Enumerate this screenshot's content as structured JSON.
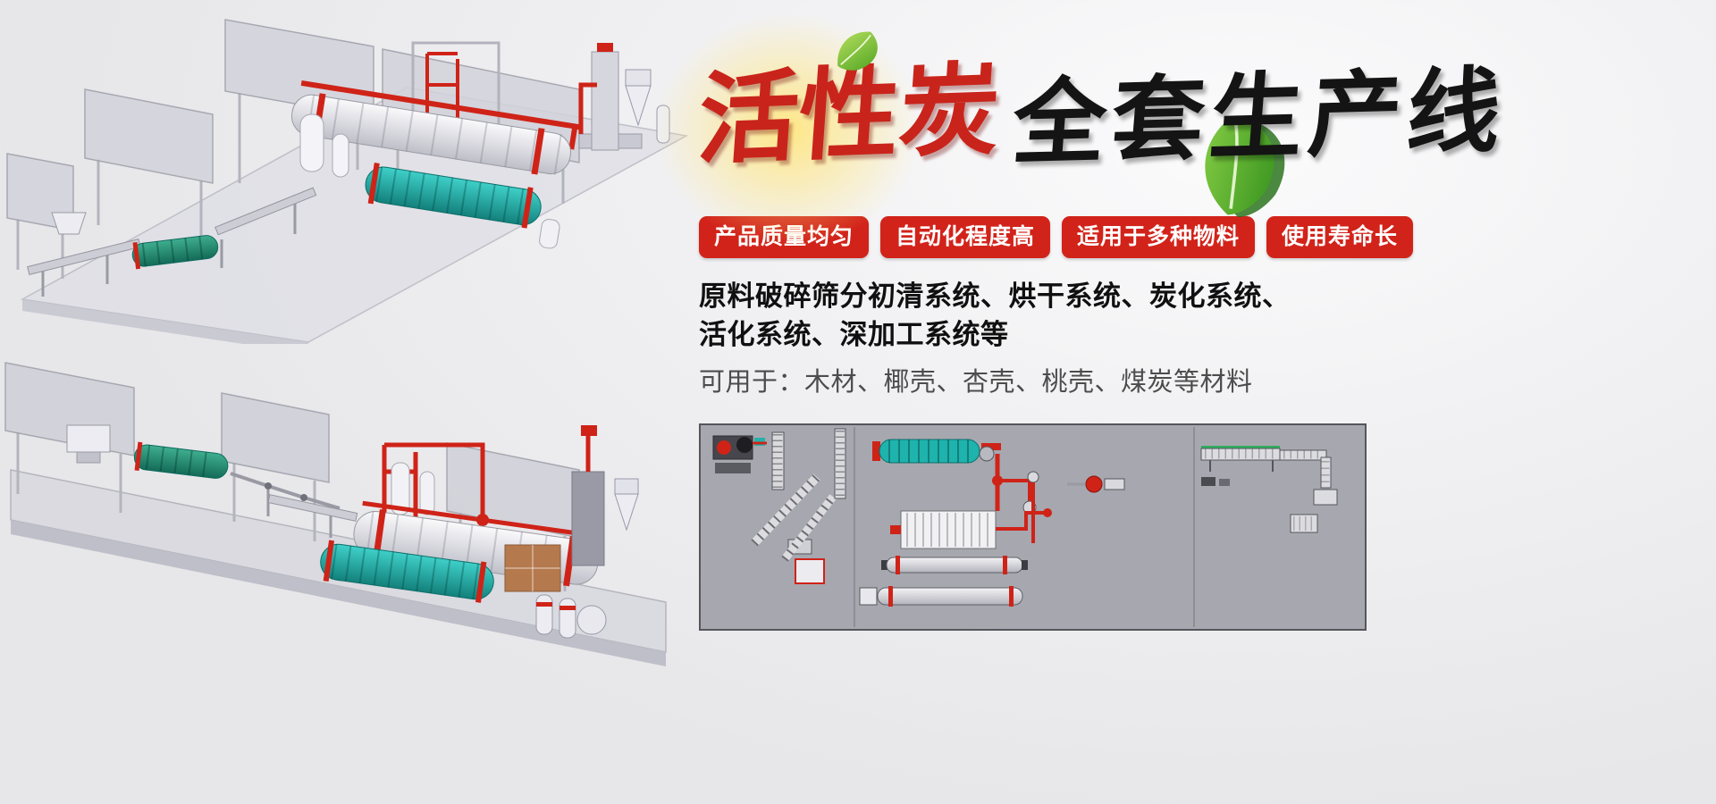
{
  "hero": {
    "title": {
      "red": "活性炭",
      "black": "全套生产线"
    },
    "badges": [
      "产品质量均匀",
      "自动化程度高",
      "适用于多种物料",
      "使用寿命长"
    ],
    "description": {
      "line1": "原料破碎筛分初清系统、烘干系统、炭化系统、",
      "line2": "活化系统、深加工系统等"
    },
    "materials_line": "可用于：木材、椰壳、杏壳、桃壳、煤炭等材料"
  },
  "icons": {
    "leaf": "leaf-icon"
  },
  "colors": {
    "title_red": "#c9241b",
    "badge_red": "#d2231a",
    "pipe_red": "#cf2318",
    "drum_teal": "#1fb3ad",
    "panel_gray": "#a7a7af",
    "text_dark": "#101010",
    "text_gray": "#4c4c4c",
    "leaf_green": "#5cb531"
  }
}
